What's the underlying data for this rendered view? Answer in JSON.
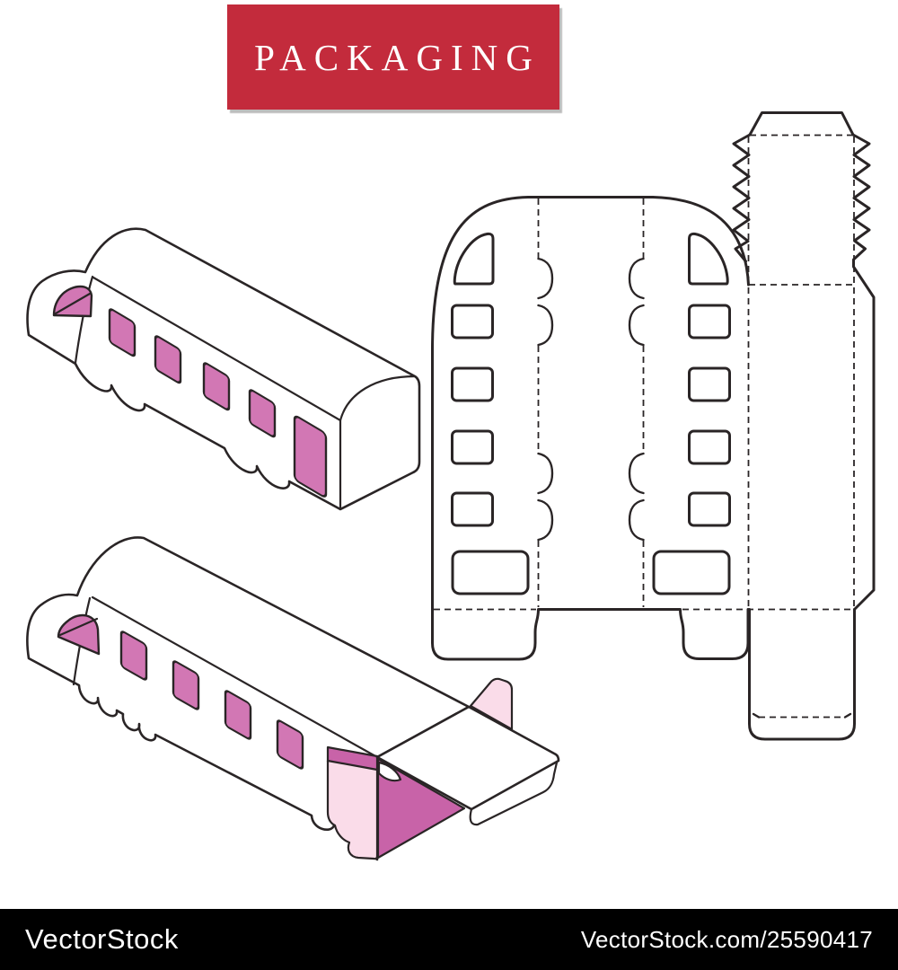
{
  "banner": {
    "label": "PACKAGING",
    "background": "#c32b3c",
    "text_color": "#ffffff"
  },
  "footer": {
    "brand": "VectorStock",
    "credit": "VectorStock.com/25590417",
    "background": "#000000",
    "text_color": "#ffffff"
  },
  "artwork": {
    "colors": {
      "line": "#2a2526",
      "paper": "#ffffff",
      "window_pink": "#d277b4",
      "interior_pink": "#c863a8",
      "flap_pink": "#fadce9",
      "banner_red": "#c32b3c",
      "banner_text": "#ffffff",
      "footer_bg": "#000000",
      "footer_text": "#ffffff"
    }
  }
}
